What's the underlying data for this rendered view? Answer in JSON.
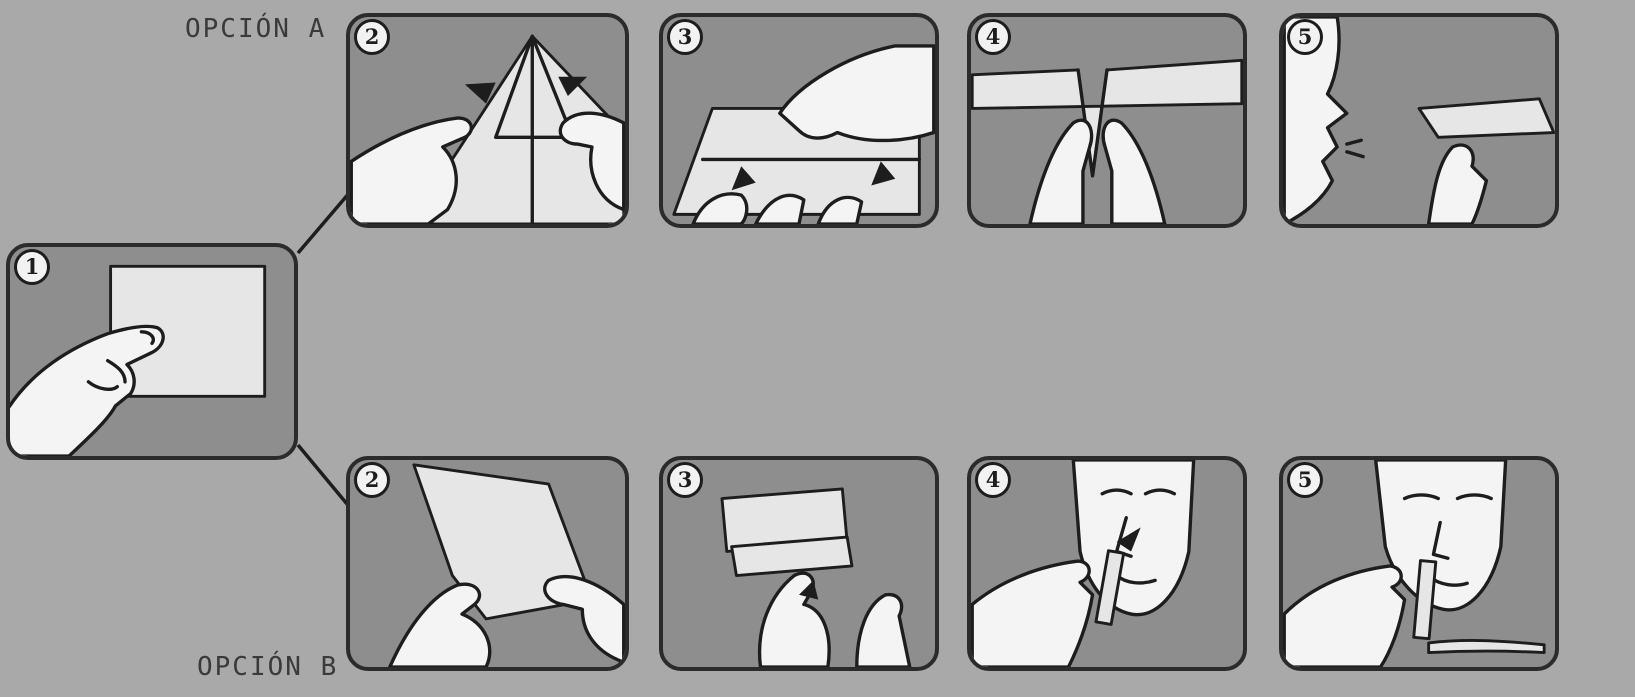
{
  "labels": {
    "option_a": "OPCIÓN A",
    "option_b": "OPCIÓN B"
  },
  "steps": {
    "start": "1",
    "a2": "2",
    "a3": "3",
    "a4": "4",
    "a5": "5",
    "b2": "2",
    "b3": "3",
    "b4": "4",
    "b5": "5"
  },
  "colors": {
    "background": "#a9a9a9",
    "panel": "#8e8e8e",
    "ink": "#1d1d1d",
    "skin": "#f4f4f4",
    "paper": "#e6e6e6"
  }
}
